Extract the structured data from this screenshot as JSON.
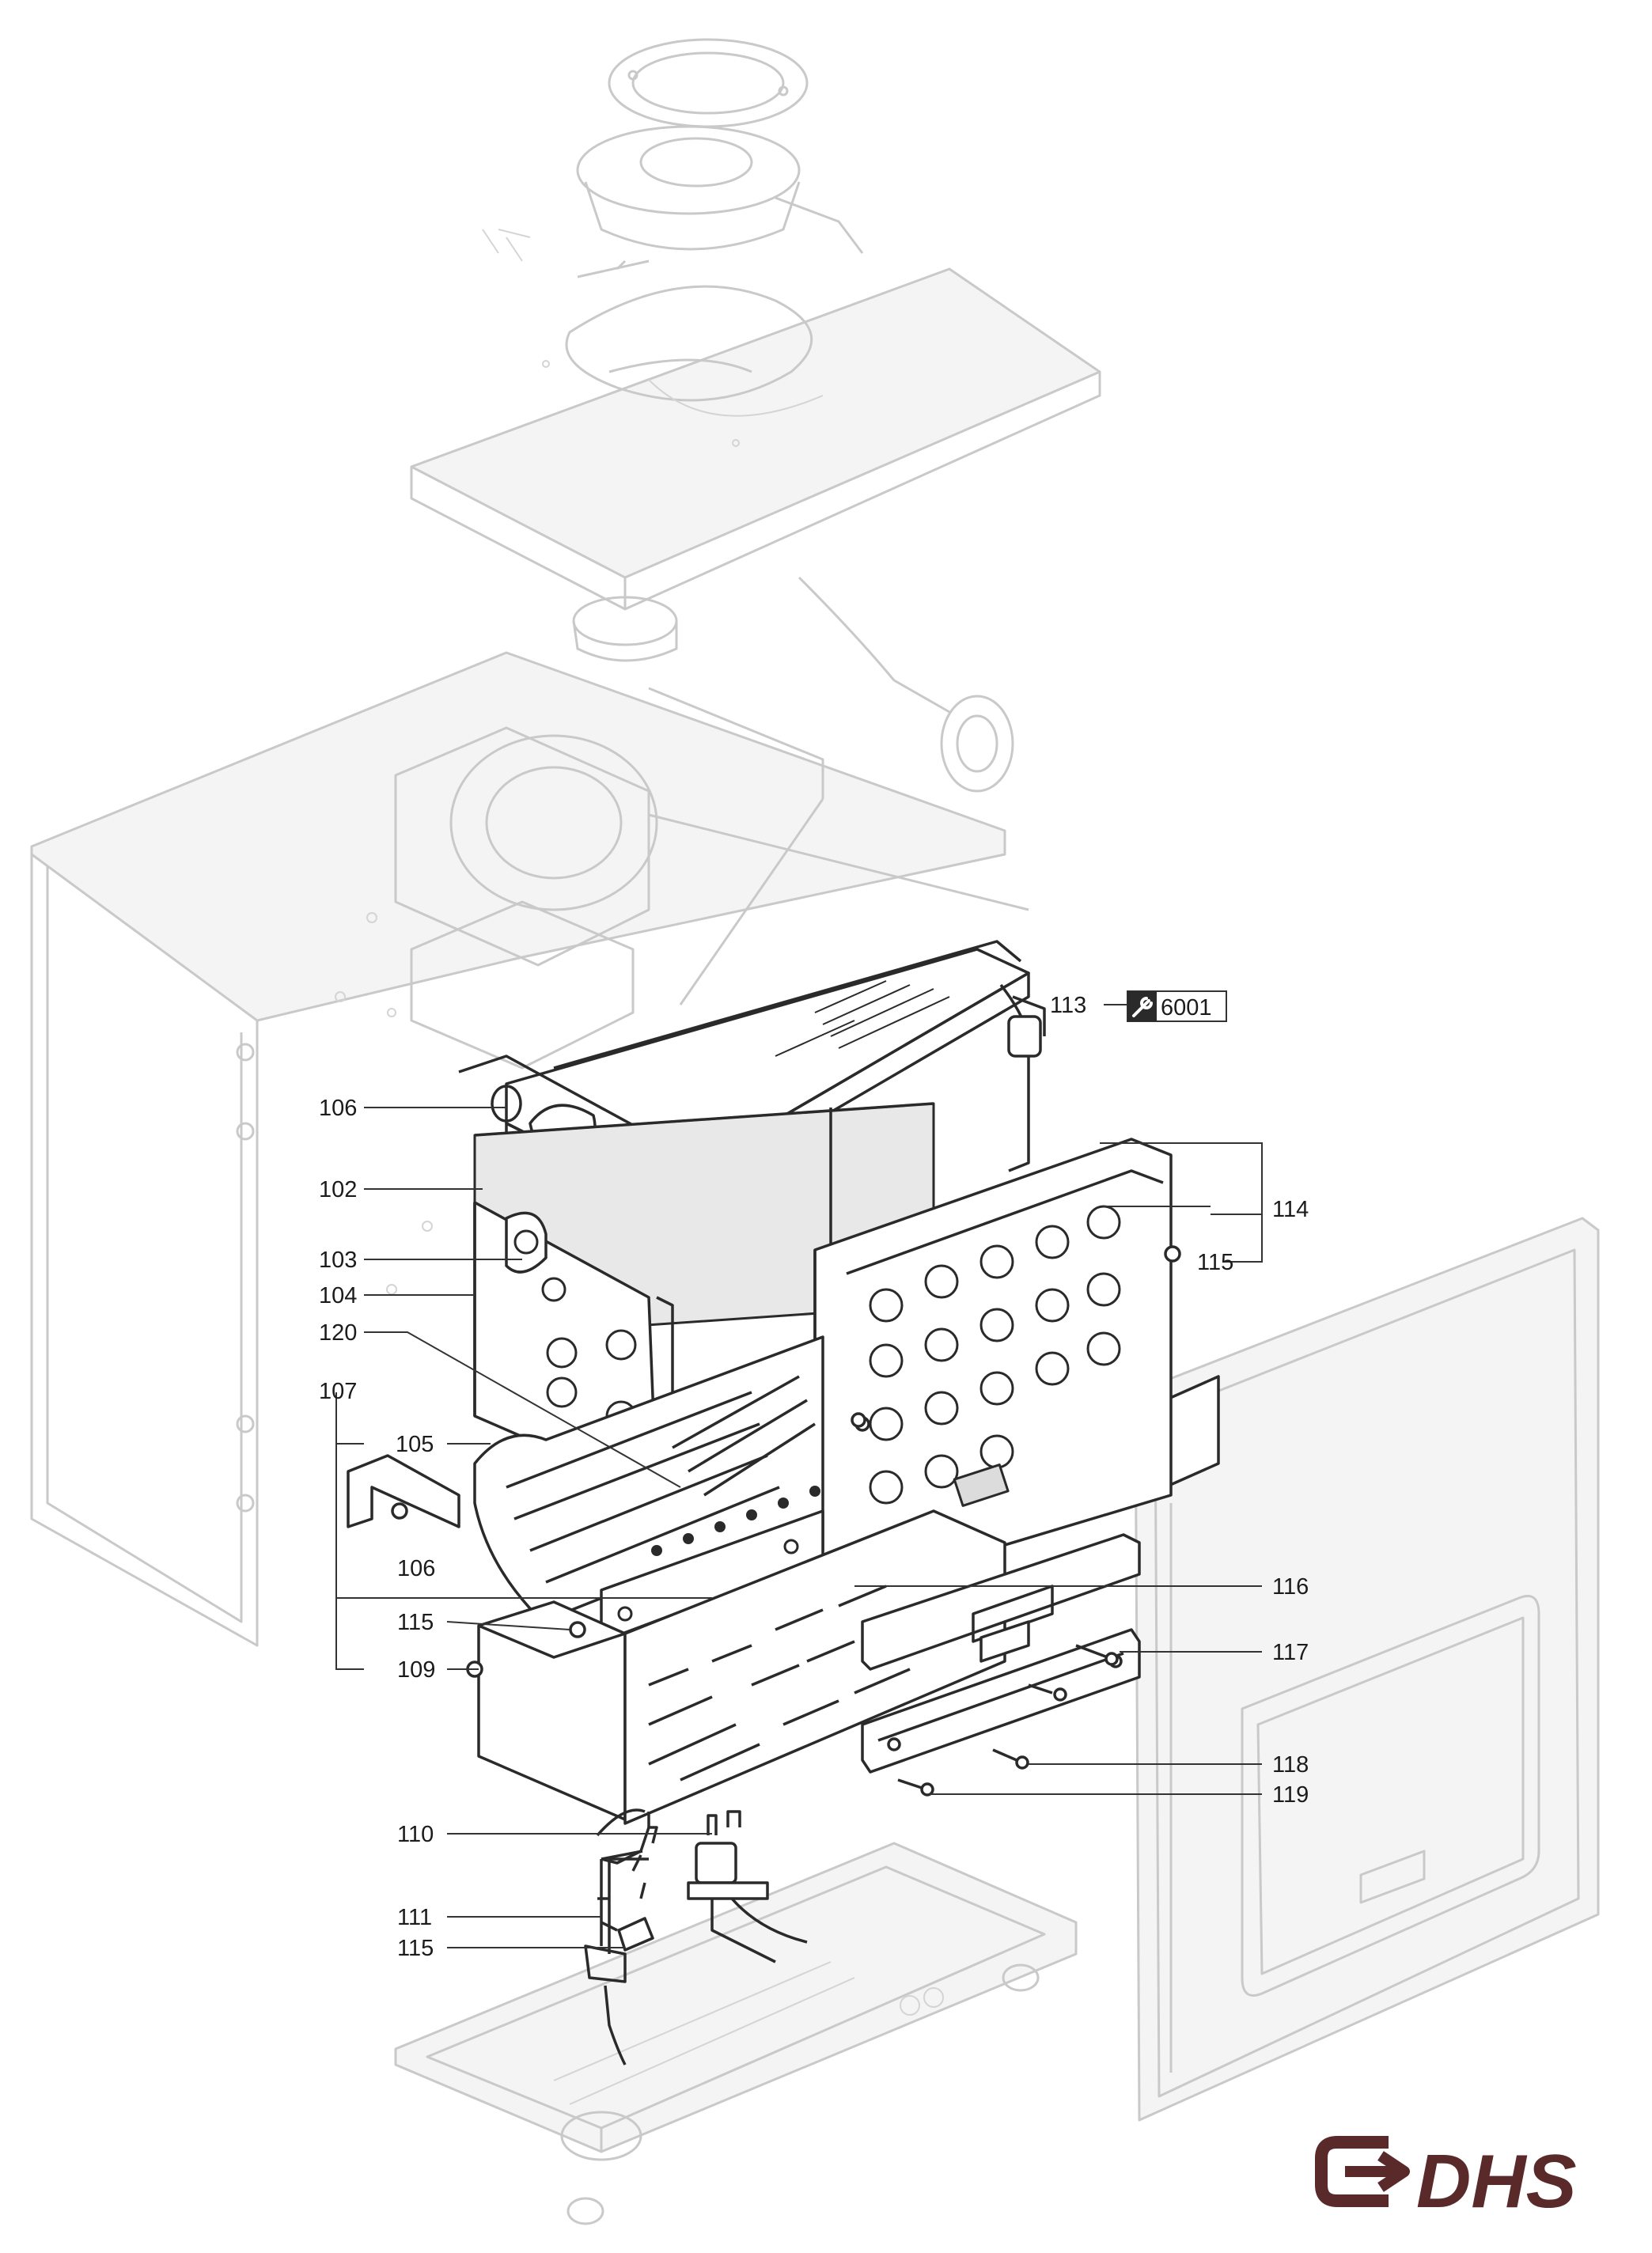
{
  "callouts": [
    {
      "id": "113",
      "text": "113"
    },
    {
      "id": "106a",
      "text": "106"
    },
    {
      "id": "102",
      "text": "102"
    },
    {
      "id": "114",
      "text": "114"
    },
    {
      "id": "103",
      "text": "103"
    },
    {
      "id": "115a",
      "text": "115"
    },
    {
      "id": "104",
      "text": "104"
    },
    {
      "id": "120",
      "text": "120"
    },
    {
      "id": "107",
      "text": "107"
    },
    {
      "id": "105",
      "text": "105"
    },
    {
      "id": "106b",
      "text": "106"
    },
    {
      "id": "116",
      "text": "116"
    },
    {
      "id": "115b",
      "text": "115"
    },
    {
      "id": "117",
      "text": "117"
    },
    {
      "id": "109",
      "text": "109"
    },
    {
      "id": "118",
      "text": "118"
    },
    {
      "id": "119",
      "text": "119"
    },
    {
      "id": "110",
      "text": "110"
    },
    {
      "id": "111",
      "text": "111"
    },
    {
      "id": "115c",
      "text": "115"
    }
  ],
  "service_ref": {
    "icon": "wrench-icon",
    "code": "6001"
  },
  "logo": {
    "text": "DHS",
    "color": "#5a2a2a"
  },
  "colors": {
    "ghost": "#c9c9c9",
    "ink": "#2a2a2a"
  }
}
